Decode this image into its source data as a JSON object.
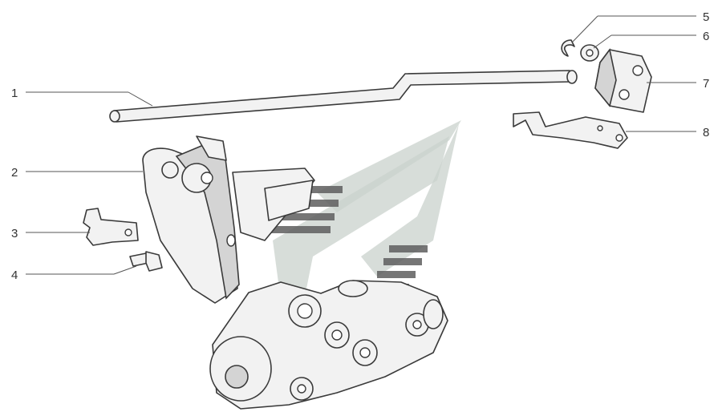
{
  "callouts": [
    {
      "id": "1",
      "label": "1"
    },
    {
      "id": "2",
      "label": "2"
    },
    {
      "id": "3",
      "label": "3"
    },
    {
      "id": "4",
      "label": "4"
    },
    {
      "id": "5",
      "label": "5"
    },
    {
      "id": "6",
      "label": "6"
    },
    {
      "id": "7",
      "label": "7"
    },
    {
      "id": "8",
      "label": "8"
    }
  ],
  "colors": {
    "line": "#3a3a3a",
    "part_fill": "#f2f2f2",
    "watermark_light": "#c9d2cc",
    "watermark_dark": "#5e5e5e"
  }
}
